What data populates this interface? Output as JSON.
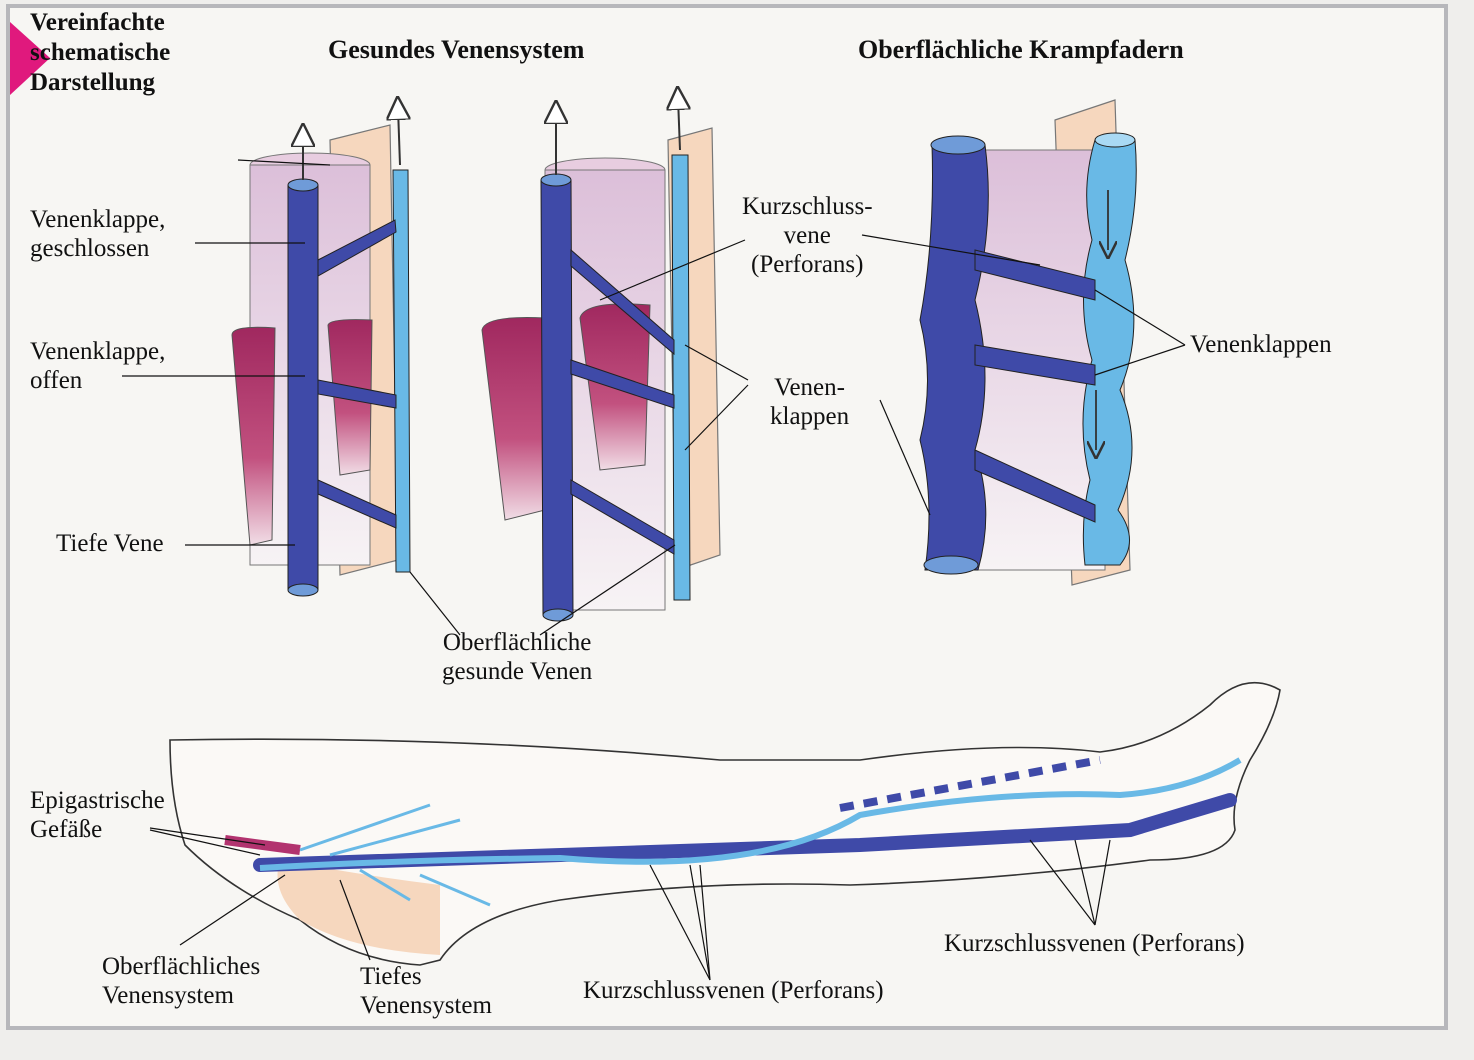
{
  "corner_title": [
    "Vereinfachte",
    "schematische",
    "Darstellung"
  ],
  "panel_titles": {
    "healthy": "Gesundes  Venensystem",
    "varicose": "Oberflächliche  Krampfadern"
  },
  "labels": {
    "valve_closed": [
      "Venenklappe,",
      "geschlossen"
    ],
    "valve_open": [
      "Venenklappe,",
      "offen"
    ],
    "deep_vein": "Tiefe Vene",
    "superficial_healthy": [
      "Oberflächliche",
      "gesunde Venen"
    ],
    "perforator": [
      "Kurzschluss-",
      "vene",
      "(Perforans)"
    ],
    "vein_valves": [
      "Venen-",
      "klappen"
    ],
    "valves_varicose": "Venenklappen",
    "epigastric": [
      "Epigastrische",
      "Gefäße"
    ],
    "superficial_system": [
      "Oberflächliches",
      "Venensystem"
    ],
    "deep_system": [
      "Tiefes",
      "Venensystem"
    ],
    "perforators_leg_right": "Kurzschlussvenen (Perforans)",
    "perforators_leg_bottom": "Kurzschlussvenen (Perforans)"
  },
  "colors": {
    "deep_vein": "#3f4aa8",
    "superficial_vein": "#69b9e6",
    "muscle": "#b2336f",
    "skin": "#f6d7be",
    "tissue": "#e8cde0",
    "accent": "#e0197d"
  }
}
